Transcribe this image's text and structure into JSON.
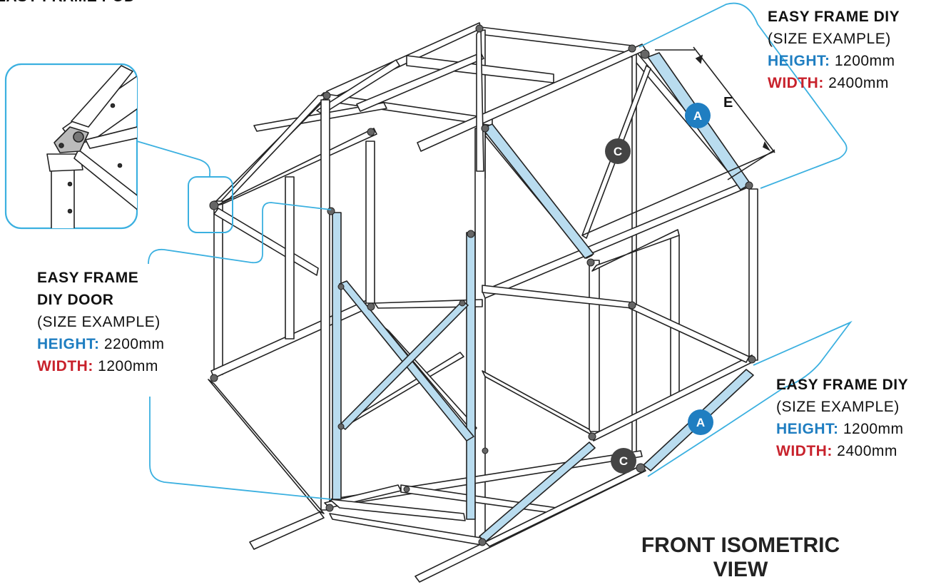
{
  "header_cut": "EASY FRAME POD",
  "callouts": {
    "top_right": {
      "title": "EASY FRAME DIY",
      "subtitle": "(SIZE EXAMPLE)",
      "height_key": "HEIGHT:",
      "height_val": "1200mm",
      "width_key": "WIDTH:",
      "width_val": "2400mm"
    },
    "door": {
      "title_1": "EASY FRAME",
      "title_2": "DIY DOOR",
      "subtitle": "(SIZE EXAMPLE)",
      "height_key": "HEIGHT:",
      "height_val": "2200mm",
      "width_key": "WIDTH:",
      "width_val": "1200mm"
    },
    "bottom_right": {
      "title": "EASY FRAME DIY",
      "subtitle": "(SIZE EXAMPLE)",
      "height_key": "HEIGHT:",
      "height_val": "1200mm",
      "width_key": "WIDTH:",
      "width_val": "2400mm"
    }
  },
  "badges": {
    "a_top": "A",
    "a_bottom": "A",
    "c_top": "C",
    "c_bottom": "C"
  },
  "dimension_label": "E",
  "view_title_1": "FRONT ISOMETRIC",
  "view_title_2": "VIEW",
  "colors": {
    "accent_blue": "#1f7ec1",
    "accent_red": "#c8222c",
    "callout_line": "#3bb0e0",
    "highlight_fill": "#b9dcef",
    "badge_blue": "#1f7ec1",
    "badge_dark": "#444444"
  }
}
